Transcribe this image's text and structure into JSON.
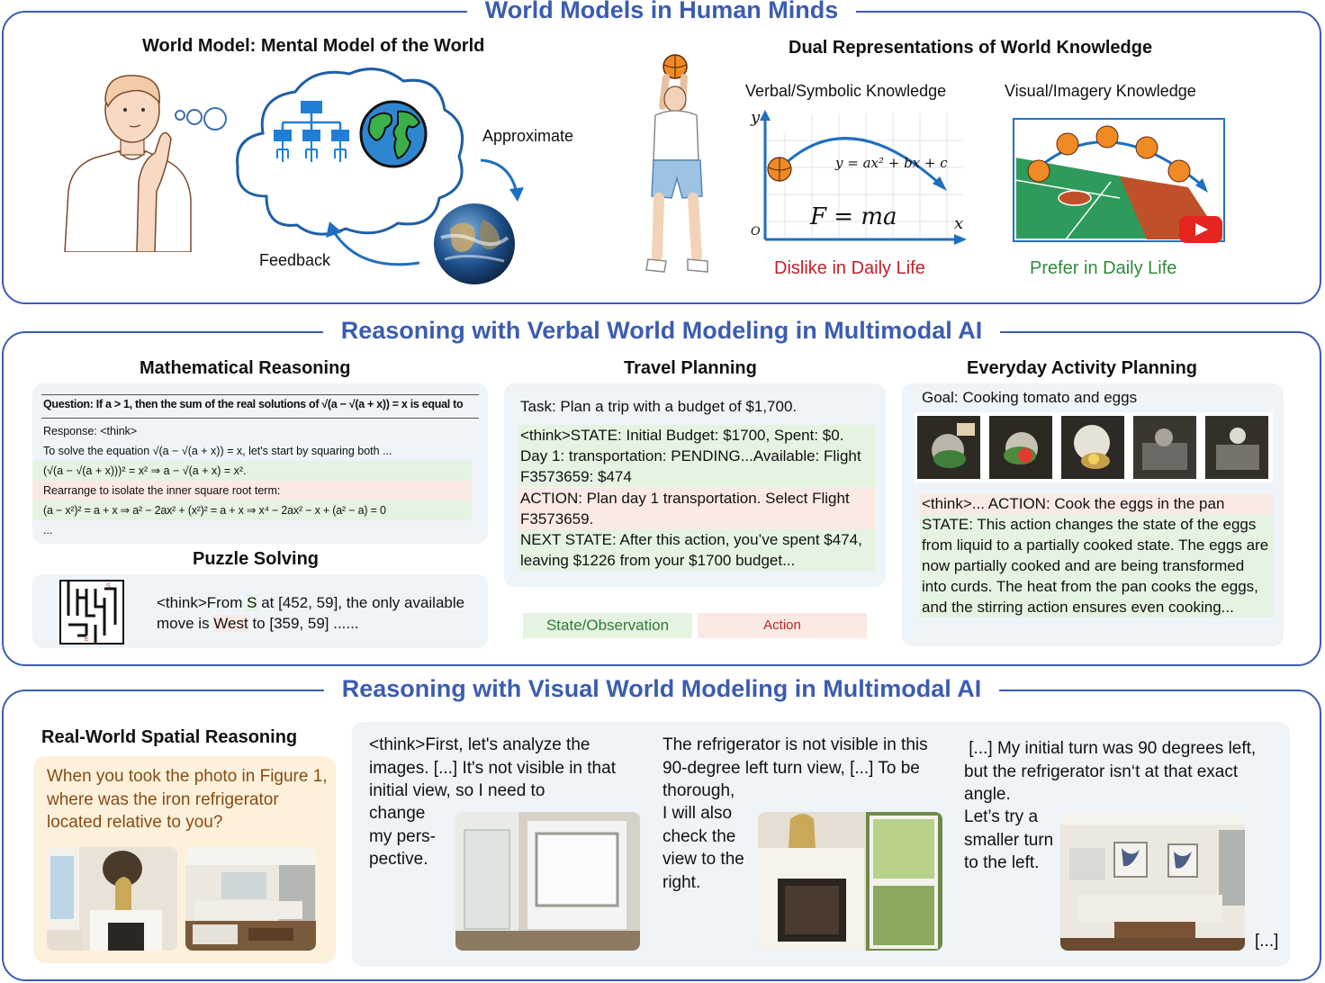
{
  "top": {
    "title": "World Models in Human Minds",
    "left_heading": "World Model: Mental Model of the World",
    "approximate": "Approximate",
    "feedback": "Feedback",
    "right_heading": "Dual Representations of World Knowledge",
    "verbal_label": "Verbal/Symbolic Knowledge",
    "visual_label": "Visual/Imagery Knowledge",
    "equation_parabola": "y = ax² + bx + c",
    "equation_force": "F = ma",
    "axis_y": "y",
    "axis_x": "x",
    "axis_origin": "O",
    "dislike": "Dislike in Daily Life",
    "prefer": "Prefer in Daily Life",
    "colors": {
      "dislike": "#c0202a",
      "prefer": "#2e8b3a",
      "accent": "#3b5cb0"
    }
  },
  "middle": {
    "title": "Reasoning with Verbal World Modeling in Multimodal AI",
    "math": {
      "heading": "Mathematical Reasoning",
      "question": "Question: If a > 1, then the sum of the real solutions of √(a − √(a + x)) = x is equal to",
      "lines": [
        "Response: <think>",
        "To solve the equation √(a − √(a + x)) = x, let's start by squaring both ...",
        "(√(a − √(a + x)))² = x² ⇒ a − √(a + x) = x².",
        "Rearrange to isolate the inner square root term:",
        "(a − x²)² = a + x ⇒ a² − 2ax² + (x²)² = a + x ⇒ x⁴ − 2ax² − x + (a² − a) = 0",
        "..."
      ]
    },
    "puzzle": {
      "heading": "Puzzle Solving",
      "text_a": "<think>From ",
      "text_s": "S",
      "text_b": " at [452, 59], the only available move is ",
      "text_west": "West",
      "text_c": " to [359, 59] ......"
    },
    "travel": {
      "heading": "Travel Planning",
      "task": "Task: Plan a trip with a budget of $1,700.",
      "state1": "<think>STATE: Initial Budget: $1700, Spent: $0. Day 1: transportation: PENDING...Available: Flight F3573659: $474",
      "action1": "ACTION: Plan day 1 transportation. Select Flight F3573659.",
      "next_state": "NEXT STATE: After this action, you’ve spent $474, leaving $1226 from your $1700 budget..."
    },
    "legend": {
      "state": "State/Observation",
      "action": "Action"
    },
    "activity": {
      "heading": "Everyday Activity Planning",
      "goal": "Goal: Cooking tomato and eggs",
      "action": "<think>... ACTION: Cook the eggs in the pan",
      "state": "STATE: This action changes the state of the eggs from liquid to a partially cooked state. The eggs are now partially cooked and are being transformed into curds. The heat from the pan cooks the eggs, and the stirring action ensures even cooking..."
    }
  },
  "bottom": {
    "title": "Reasoning with Visual World Modeling in Multimodal AI",
    "spatial": {
      "heading": "Real-World Spatial Reasoning",
      "question": "When you took the photo in Figure 1, where was the iron refrigerator located relative to you?"
    },
    "step1_top": "<think>First, let's analyze the images. [...] It's not visible in that initial view, so I need to",
    "step1_side": "change my pers- pective.",
    "step2_top": "The refrigerator is not visible in this 90-degree left turn view, [...] To be thorough,",
    "step2_side": "I will also check the view to the right.",
    "step3_top": " [...] My initial turn was 90 degrees left, but the refrigerator isn‘t at that exact angle.",
    "step3_side": "Let’s try a smaller turn to the left.",
    "ellipsis": "[...]"
  }
}
